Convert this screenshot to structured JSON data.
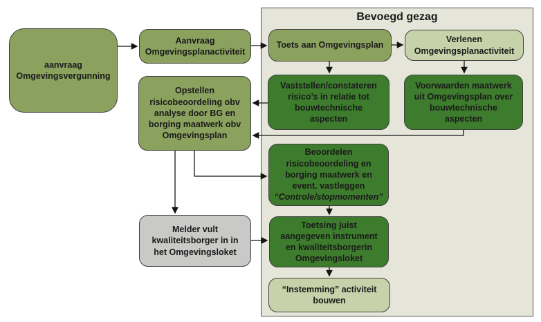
{
  "container": {
    "title": "Bevoegd gezag"
  },
  "nodes": {
    "aanvraag_vergunning": {
      "text": "aanvraag\nOmgevingsvergunning"
    },
    "aanvraag_activiteit": {
      "text": "Aanvraag\nOmgevingsplanactiviteit"
    },
    "toets": {
      "text": "Toets aan Omgevingsplan"
    },
    "verlenen": {
      "text": "Verlenen\nOmgevingsplanactiviteit"
    },
    "vaststellen": {
      "text": "Vaststellen/constateren\nrisico’s in relatie tot\nbouwtechnische\naspecten"
    },
    "voorwaarden": {
      "text": "Voorwaarden maatwerk\nuit Omgevingsplan over\nbouwtechnische\naspecten"
    },
    "opstellen": {
      "text": "Opstellen\nrisicobeoordeling obv\nanalyse door BG en\nborging maatwerk obv\nOmgevingsplan"
    },
    "beoordelen": {
      "text": "Beoordelen\nrisicobeoordeling en\nborging maatwerk en\nevent. vastleggen",
      "note": "“Controle/stopmomenten”"
    },
    "melder": {
      "text": "Melder vult\nkwaliteitsborger in in\nhet Omgevingsloket"
    },
    "toetsing": {
      "text": "Toetsing juist\naangegeven instrument\nen kwaliteitsborgerin\nOmgevingsloket"
    },
    "instemming": {
      "text": "“Instemming” activiteit\nbouwen"
    }
  },
  "colors": {
    "medium_green": "#8BA25F",
    "dark_green": "#3D7B2D",
    "light_green": "#C8D2AA",
    "gray": "#C9C9C7",
    "panel_bg": "#E5E6D9",
    "border": "#3F3F3F",
    "text": "#1A1A1A"
  }
}
